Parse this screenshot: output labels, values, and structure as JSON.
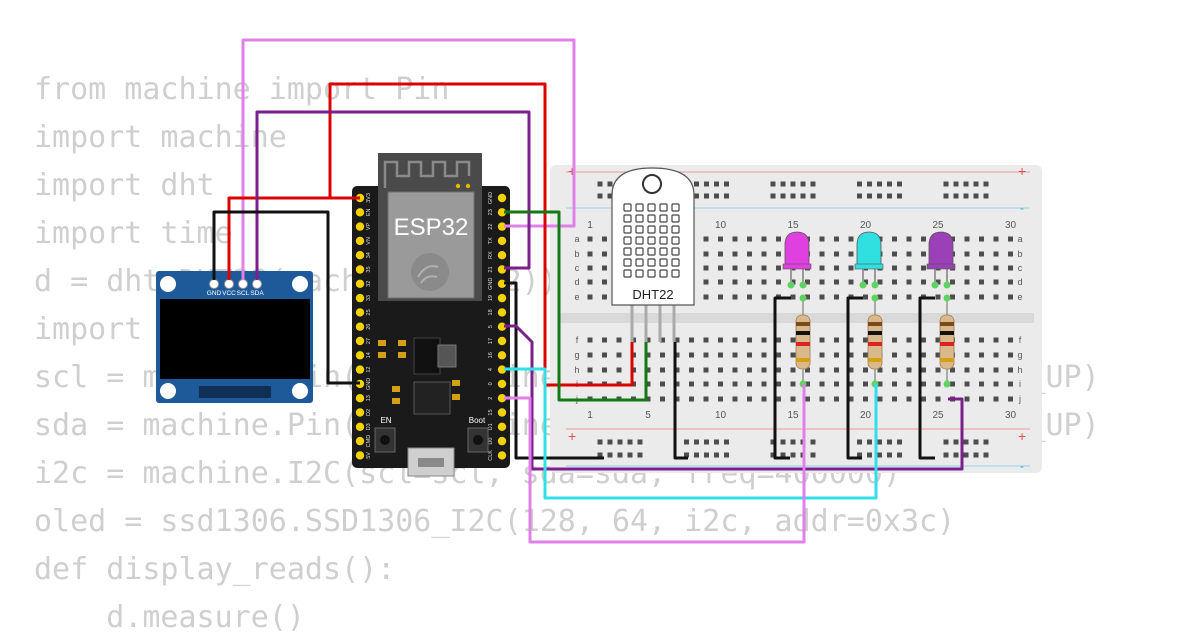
{
  "code_lines": [
    "from machine import Pin",
    "import machine",
    "import dht",
    "import time",
    "d = dht.DHT22(machine.Pin(2))",
    "import ssd1306",
    "scl = machine.Pin(22, machine.Pin.OUT, machine.Pin.PULL_UP)",
    "sda = machine.Pin(21, machine.Pin.OUT, machine.Pin.PULL_UP)",
    "i2c = machine.I2C(scl=scl, sda=sda, freq=400000)",
    "oled = ssd1306.SSD1306_I2C(128, 64, i2c, addr=0x3c)",
    "def display_reads():",
    "    d.measure()"
  ],
  "esp32": {
    "title": "ESP32",
    "left_pins": [
      "3V3",
      "EN",
      "VP",
      "VN",
      "34",
      "35",
      "32",
      "33",
      "25",
      "26",
      "27",
      "14",
      "12",
      "GND",
      "13",
      "D2",
      "D3",
      "CMD",
      "5V"
    ],
    "right_pins": [
      "GND",
      "23",
      "22",
      "TX",
      "RX",
      "21",
      "GND",
      "19",
      "18",
      "5",
      "17",
      "16",
      "4",
      "0",
      "2",
      "15",
      "D1",
      "D0",
      "CLK"
    ],
    "btn_en": "EN",
    "btn_boot": "Boot"
  },
  "oled": {
    "pin_labels": [
      "GND",
      "VCC",
      "SCL",
      "SDA"
    ]
  },
  "dht": {
    "label": "DHT22"
  },
  "breadboard": {
    "col_numbers": [
      "1",
      "5",
      "10",
      "15",
      "20",
      "25",
      "30"
    ],
    "rows_top": [
      "a",
      "b",
      "c",
      "d",
      "e"
    ],
    "rows_bottom": [
      "f",
      "g",
      "h",
      "i",
      "j"
    ],
    "rail_plus": "+",
    "rail_minus": "-"
  },
  "leds": [
    {
      "color": "magenta",
      "fill": "#e040e0"
    },
    {
      "color": "cyan",
      "fill": "#30e0e0"
    },
    {
      "color": "purple",
      "fill": "#9c40b8"
    }
  ],
  "colors": {
    "wire_red": "#dd0000",
    "wire_purple": "#7b1f8c",
    "wire_green": "#137a13",
    "wire_black": "#111111",
    "wire_pink": "#e080e8",
    "wire_cyan": "#30e0e8",
    "board_black": "#1a1a1a",
    "oled_blue": "#1e5a9a",
    "breadboard": "#ebebeb"
  }
}
